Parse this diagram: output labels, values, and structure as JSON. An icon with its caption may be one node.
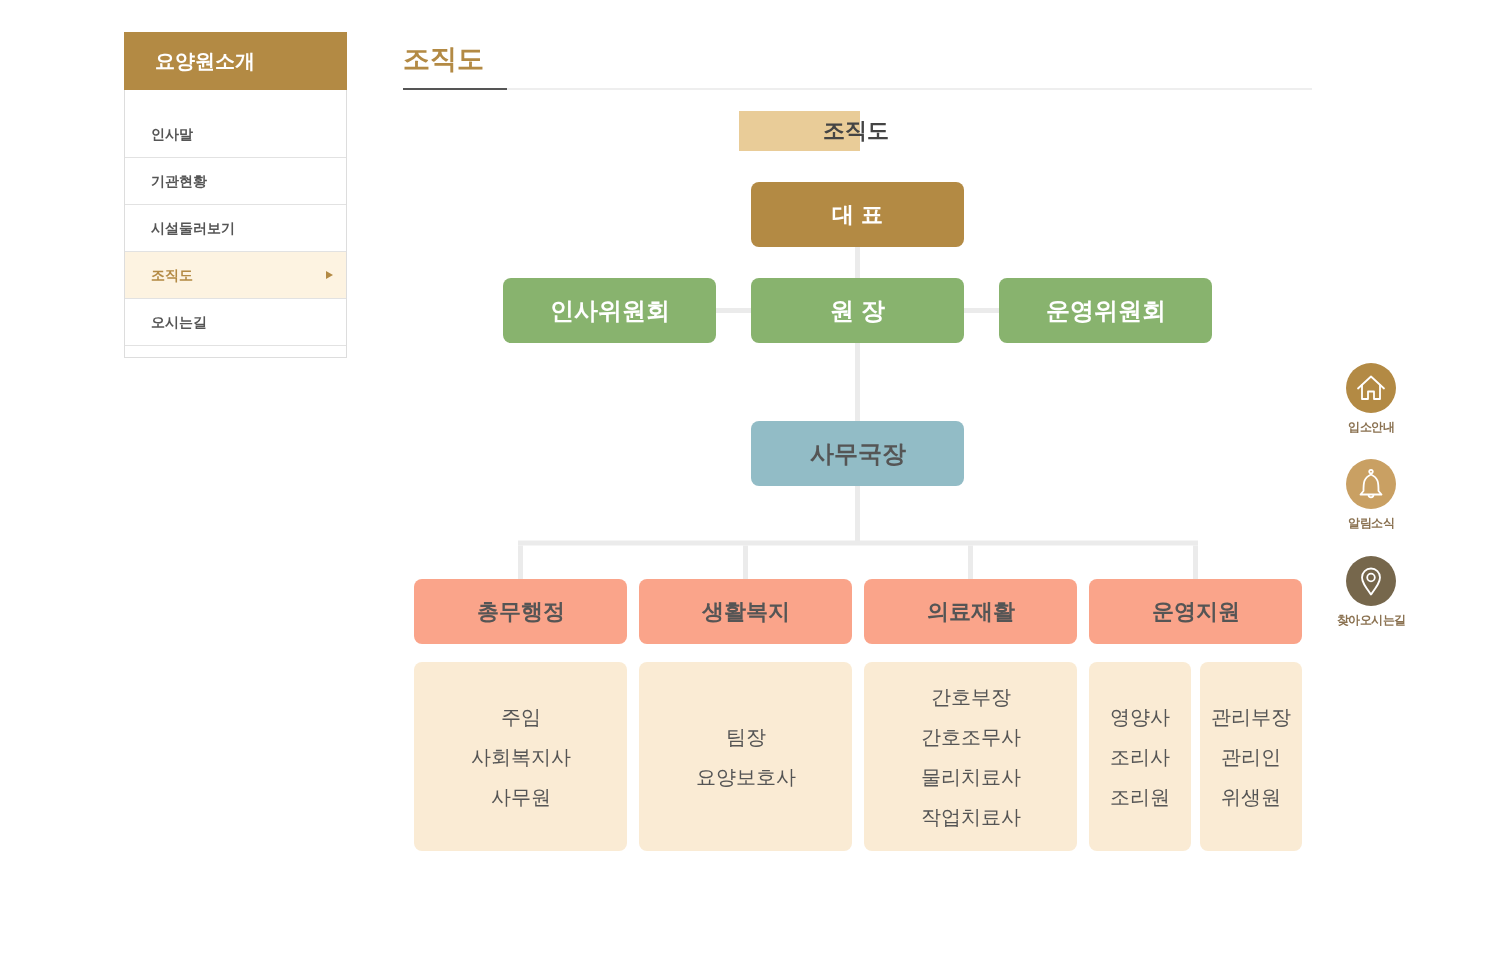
{
  "diagram": {
    "title": "조직도",
    "nodes": [
      {
        "text": [
          "요양원소개"
        ]
      },
      {
        "text": [
          "대 표"
        ]
      },
      {
        "text": [
          "인사위원회"
        ]
      },
      {
        "text": [
          "원 장"
        ]
      },
      {
        "text": [
          "운영위원회"
        ]
      },
      {
        "text": [
          "사무국장"
        ]
      },
      {
        "text": [
          "총무행정"
        ]
      },
      {
        "text": [
          "생활복지"
        ]
      },
      {
        "text": [
          "의료재활"
        ]
      },
      {
        "text": [
          "운영지원"
        ]
      },
      {
        "text": [
          "주임",
          "사회복지사",
          "사무원"
        ]
      },
      {
        "text": [
          "팀장",
          "요양보호사"
        ]
      },
      {
        "text": [
          "간호부장",
          "간호조무사",
          "물리치료사",
          "작업치료사"
        ]
      },
      {
        "text": [
          "영양사",
          "조리사",
          "조리원"
        ]
      },
      {
        "text": [
          "관리부장",
          "관리인",
          "위생원"
        ]
      }
    ],
    "edges": [
      {
        "from": 1,
        "to": 3,
        "arrow": "none"
      },
      {
        "from": 3,
        "to": 2,
        "arrow": "none"
      },
      {
        "from": 3,
        "to": 4,
        "arrow": "none"
      },
      {
        "from": 3,
        "to": 5,
        "arrow": "none"
      },
      {
        "from": 5,
        "to": 6,
        "arrow": "none"
      },
      {
        "from": 5,
        "to": 7,
        "arrow": "none"
      },
      {
        "from": 5,
        "to": 8,
        "arrow": "none"
      },
      {
        "from": 5,
        "to": 9,
        "arrow": "none"
      }
    ],
    "labels": [
      "인사말",
      "기관현황",
      "시설둘러보기",
      "조직도",
      "오시는길",
      "조직도",
      "입소안내",
      "알림소식",
      "찾아오시는길"
    ]
  }
}
